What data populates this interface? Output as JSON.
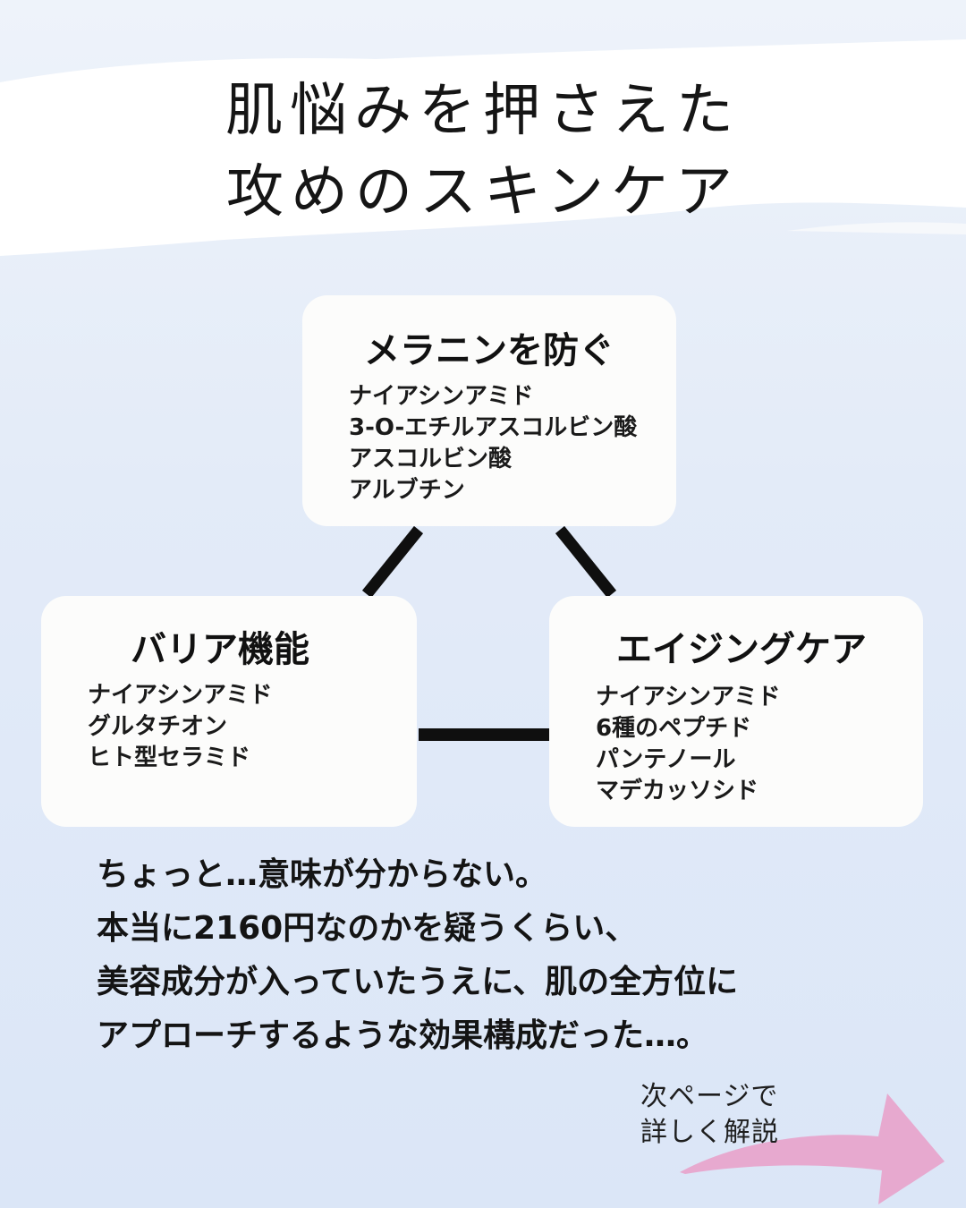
{
  "title": {
    "line1": "肌悩みを押さえた",
    "line2": "攻めのスキンケア"
  },
  "colors": {
    "card_bg": "#fcfcfb",
    "connector": "#0f0f0f",
    "arrow": "#e7a9cf",
    "brush": "#ffffff"
  },
  "cards": {
    "melanin": {
      "title": "メラニンを防ぐ",
      "items": [
        "ナイアシンアミド",
        "3-O-エチルアスコルビン酸",
        "アスコルビン酸",
        "アルブチン"
      ]
    },
    "barrier": {
      "title": "バリア機能",
      "items": [
        "ナイアシンアミド",
        "グルタチオン",
        "ヒト型セラミド"
      ]
    },
    "aging": {
      "title": "エイジングケア",
      "items": [
        "ナイアシンアミド",
        "6種のペプチド",
        "パンテノール",
        "マデカッソシド"
      ]
    }
  },
  "body_text": [
    "ちょっと…意味が分からない。",
    "本当に2160円なのかを疑うくらい、",
    "美容成分が入っていたうえに、肌の全方位に",
    "アプローチするような効果構成だった…。"
  ],
  "next_page": {
    "line1": "次ページで",
    "line2": "詳しく解説",
    "icon": "arrow-right-icon"
  }
}
